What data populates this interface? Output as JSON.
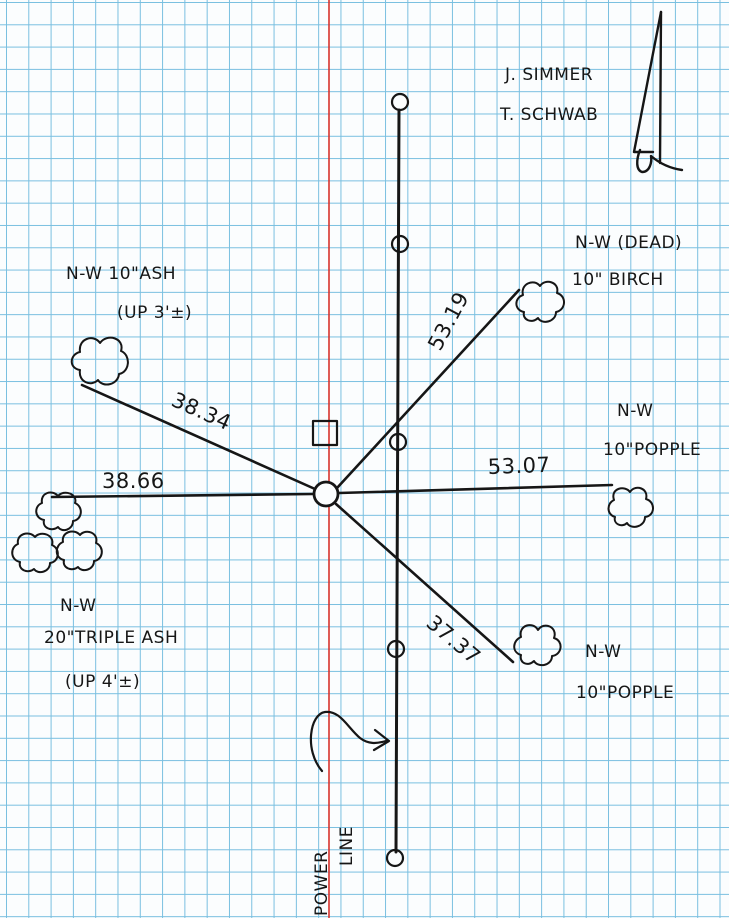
{
  "authors": {
    "line1": "J. SIMMER",
    "line2": "T. SCHWAB"
  },
  "icons": {
    "north_arrow": "north-arrow-icon",
    "tree": "tree-canopy-icon",
    "pole": "pole-circle-icon",
    "corner": "corner-circle-icon",
    "reference_box": "square-icon"
  },
  "power_line": {
    "line1": "POWER",
    "line2": "LINE"
  },
  "witness_trees": [
    {
      "id": "birch",
      "label_line1": "N-W (DEAD)",
      "label_line2": "10\" BIRCH",
      "distance": "53.19"
    },
    {
      "id": "ash-10",
      "label_line1": "N-W 10\"ASH",
      "label_line2": "(UP 3'±)",
      "distance": "38.34"
    },
    {
      "id": "popple-east",
      "label_line1": "N-W",
      "label_line2": "10\"POPPLE",
      "distance": "53.07"
    },
    {
      "id": "triple-ash",
      "label_line1": "N-W",
      "label_line2": "20\"TRIPLE ASH",
      "label_line3": "(UP 4'±)",
      "distance": "38.66"
    },
    {
      "id": "popple-southeast",
      "label_line1": "N-W",
      "label_line2": "10\"POPPLE",
      "distance": "37.37"
    }
  ],
  "colors": {
    "ink": "#161616",
    "grid": "#79bfe0",
    "margin_line": "#d8332c",
    "paper": "#fbfdfe"
  }
}
